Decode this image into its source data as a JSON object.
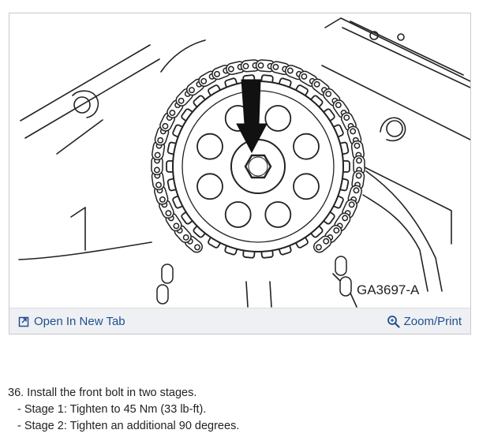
{
  "figure": {
    "label": "GA3697-A",
    "open_tab_label": "Open In New Tab",
    "zoom_label": "Zoom/Print",
    "icons": {
      "open": "open-new-tab-icon",
      "zoom": "magnifier-icon"
    },
    "accent_color": "#1f4f8f"
  },
  "instructions": {
    "step": "36. Install the front bolt in two stages.",
    "stages": [
      "- Stage 1: Tighten to 45 Nm (33 lb-ft).",
      "- Stage 2: Tighten an additional 90 degrees."
    ]
  }
}
